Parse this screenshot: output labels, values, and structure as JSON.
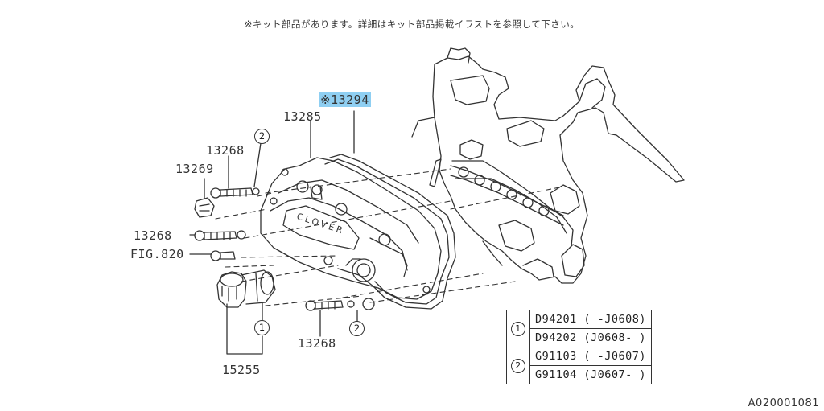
{
  "note": "※キット部品があります。詳細はキット部品掲載イラストを参照して下さい。",
  "part_labels": {
    "p13294": "※13294",
    "p13285": "13285",
    "p13268_top": "13268",
    "p13269": "13269",
    "p13268_mid": "13268",
    "fig820": "FIG.820",
    "p13268_bottom": "13268",
    "p15255": "15255"
  },
  "circle_markers": {
    "c2_top": "2",
    "c1_lower": "1",
    "c2_lower": "2"
  },
  "engraving": "CLOVER",
  "legend": {
    "rows": [
      {
        "symbol": "1",
        "codes": [
          "D94201 ( -J0608)",
          "D94202 (J0608- )"
        ]
      },
      {
        "symbol": "2",
        "codes": [
          "G91103 ( -J0607)",
          "G91104 (J0607- )"
        ]
      }
    ]
  },
  "image_id": "A020001081",
  "colors": {
    "highlight": "#8fcff2",
    "line": "#333333"
  }
}
